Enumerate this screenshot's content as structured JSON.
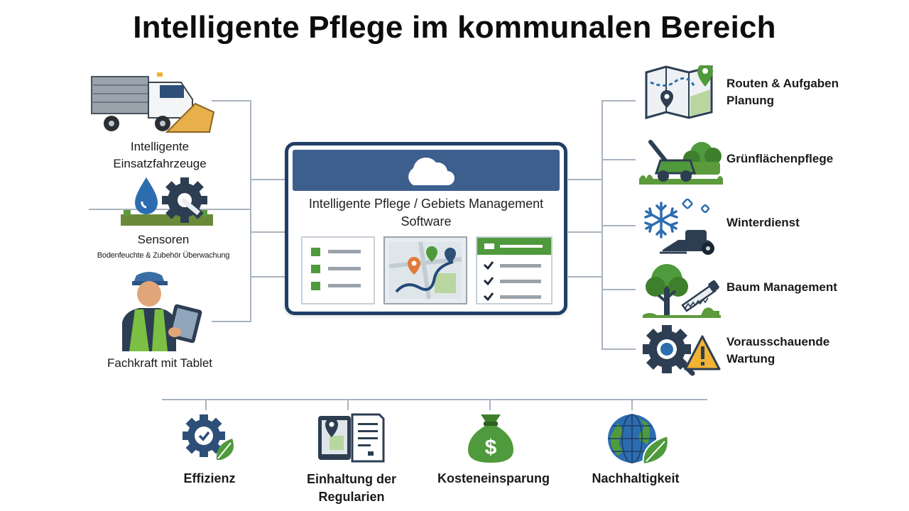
{
  "title": "Intelligente Pflege im kommunalen Bereich",
  "center": {
    "title_line1": "Intelligente Pflege / Gebiets Management",
    "title_line2": "Software"
  },
  "left_nodes": [
    {
      "label": "Intelligente Einsatzfahrzeuge",
      "icon": "snowplow-truck-icon"
    },
    {
      "label": "Sensoren",
      "sublabel": "Bodenfeuchte & Zubehör Überwachung",
      "icon": "sensor-gear-icon"
    },
    {
      "label": "Fachkraft mit Tablet",
      "icon": "worker-tablet-icon"
    }
  ],
  "right_nodes": [
    {
      "label": "Routen & Aufgaben Planung",
      "icon": "route-map-icon"
    },
    {
      "label": "Grünflächenpflege",
      "icon": "lawn-mower-icon"
    },
    {
      "label": "Winterdienst",
      "icon": "snowflake-icon"
    },
    {
      "label": "Baum Management",
      "icon": "tree-saw-icon"
    },
    {
      "label": "Vorausschauende Wartung",
      "icon": "gear-warning-icon"
    }
  ],
  "bottom_nodes": [
    {
      "label": "Effizienz",
      "icon": "efficiency-gear-icon"
    },
    {
      "label": "Einhaltung der Regularien",
      "icon": "compliance-document-icon"
    },
    {
      "label": "Kosteneinsparung",
      "icon": "money-bag-icon"
    },
    {
      "label": "Nachhaltigkeit",
      "icon": "globe-leaf-icon"
    }
  ],
  "colors": {
    "navy": "#1f3f66",
    "blue": "#3d5f8e",
    "green": "#4f9a3c",
    "line": "#a9b4bf",
    "orange": "#e07b39"
  }
}
